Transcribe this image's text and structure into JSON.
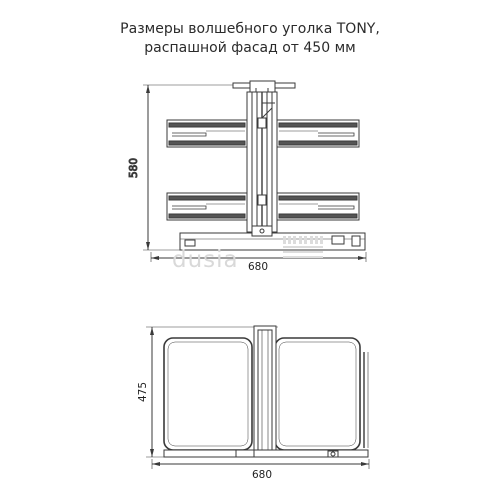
{
  "title": {
    "line1": "Размеры волшебного уголка TONY,",
    "line2": "распашной фасад от 450 мм"
  },
  "front_view": {
    "height_label": "580",
    "width_label": "680"
  },
  "top_view": {
    "depth_label": "475",
    "width_label": "680"
  },
  "watermark": {
    "text": "dusia",
    "color": "#d0d0d0"
  },
  "colors": {
    "line": "#3a3a3a",
    "shelf": "#555555",
    "wood": "#cfc6b6"
  }
}
